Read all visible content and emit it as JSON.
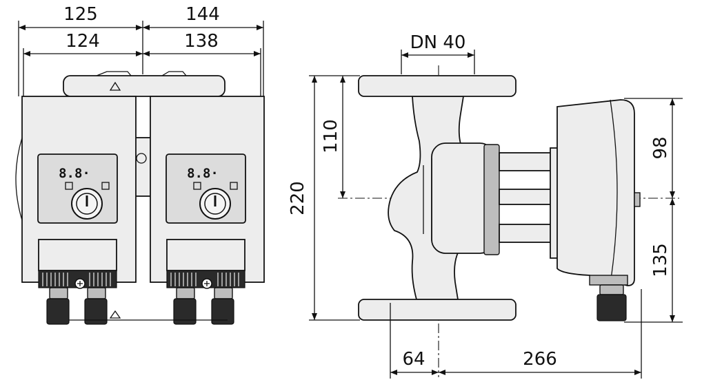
{
  "front_view": {
    "dim_left_total": "125",
    "dim_right_total": "144",
    "dim_left_inner": "124",
    "dim_right_inner": "138",
    "left_display": "8.8·",
    "right_display": "8.8·"
  },
  "side_view": {
    "dim_dn": "DN 40",
    "dim_height_total": "220",
    "dim_height_half": "110",
    "dim_top_right": "98",
    "dim_bottom_right": "135",
    "dim_bottom_left": "64",
    "dim_bottom_right_len": "266"
  }
}
